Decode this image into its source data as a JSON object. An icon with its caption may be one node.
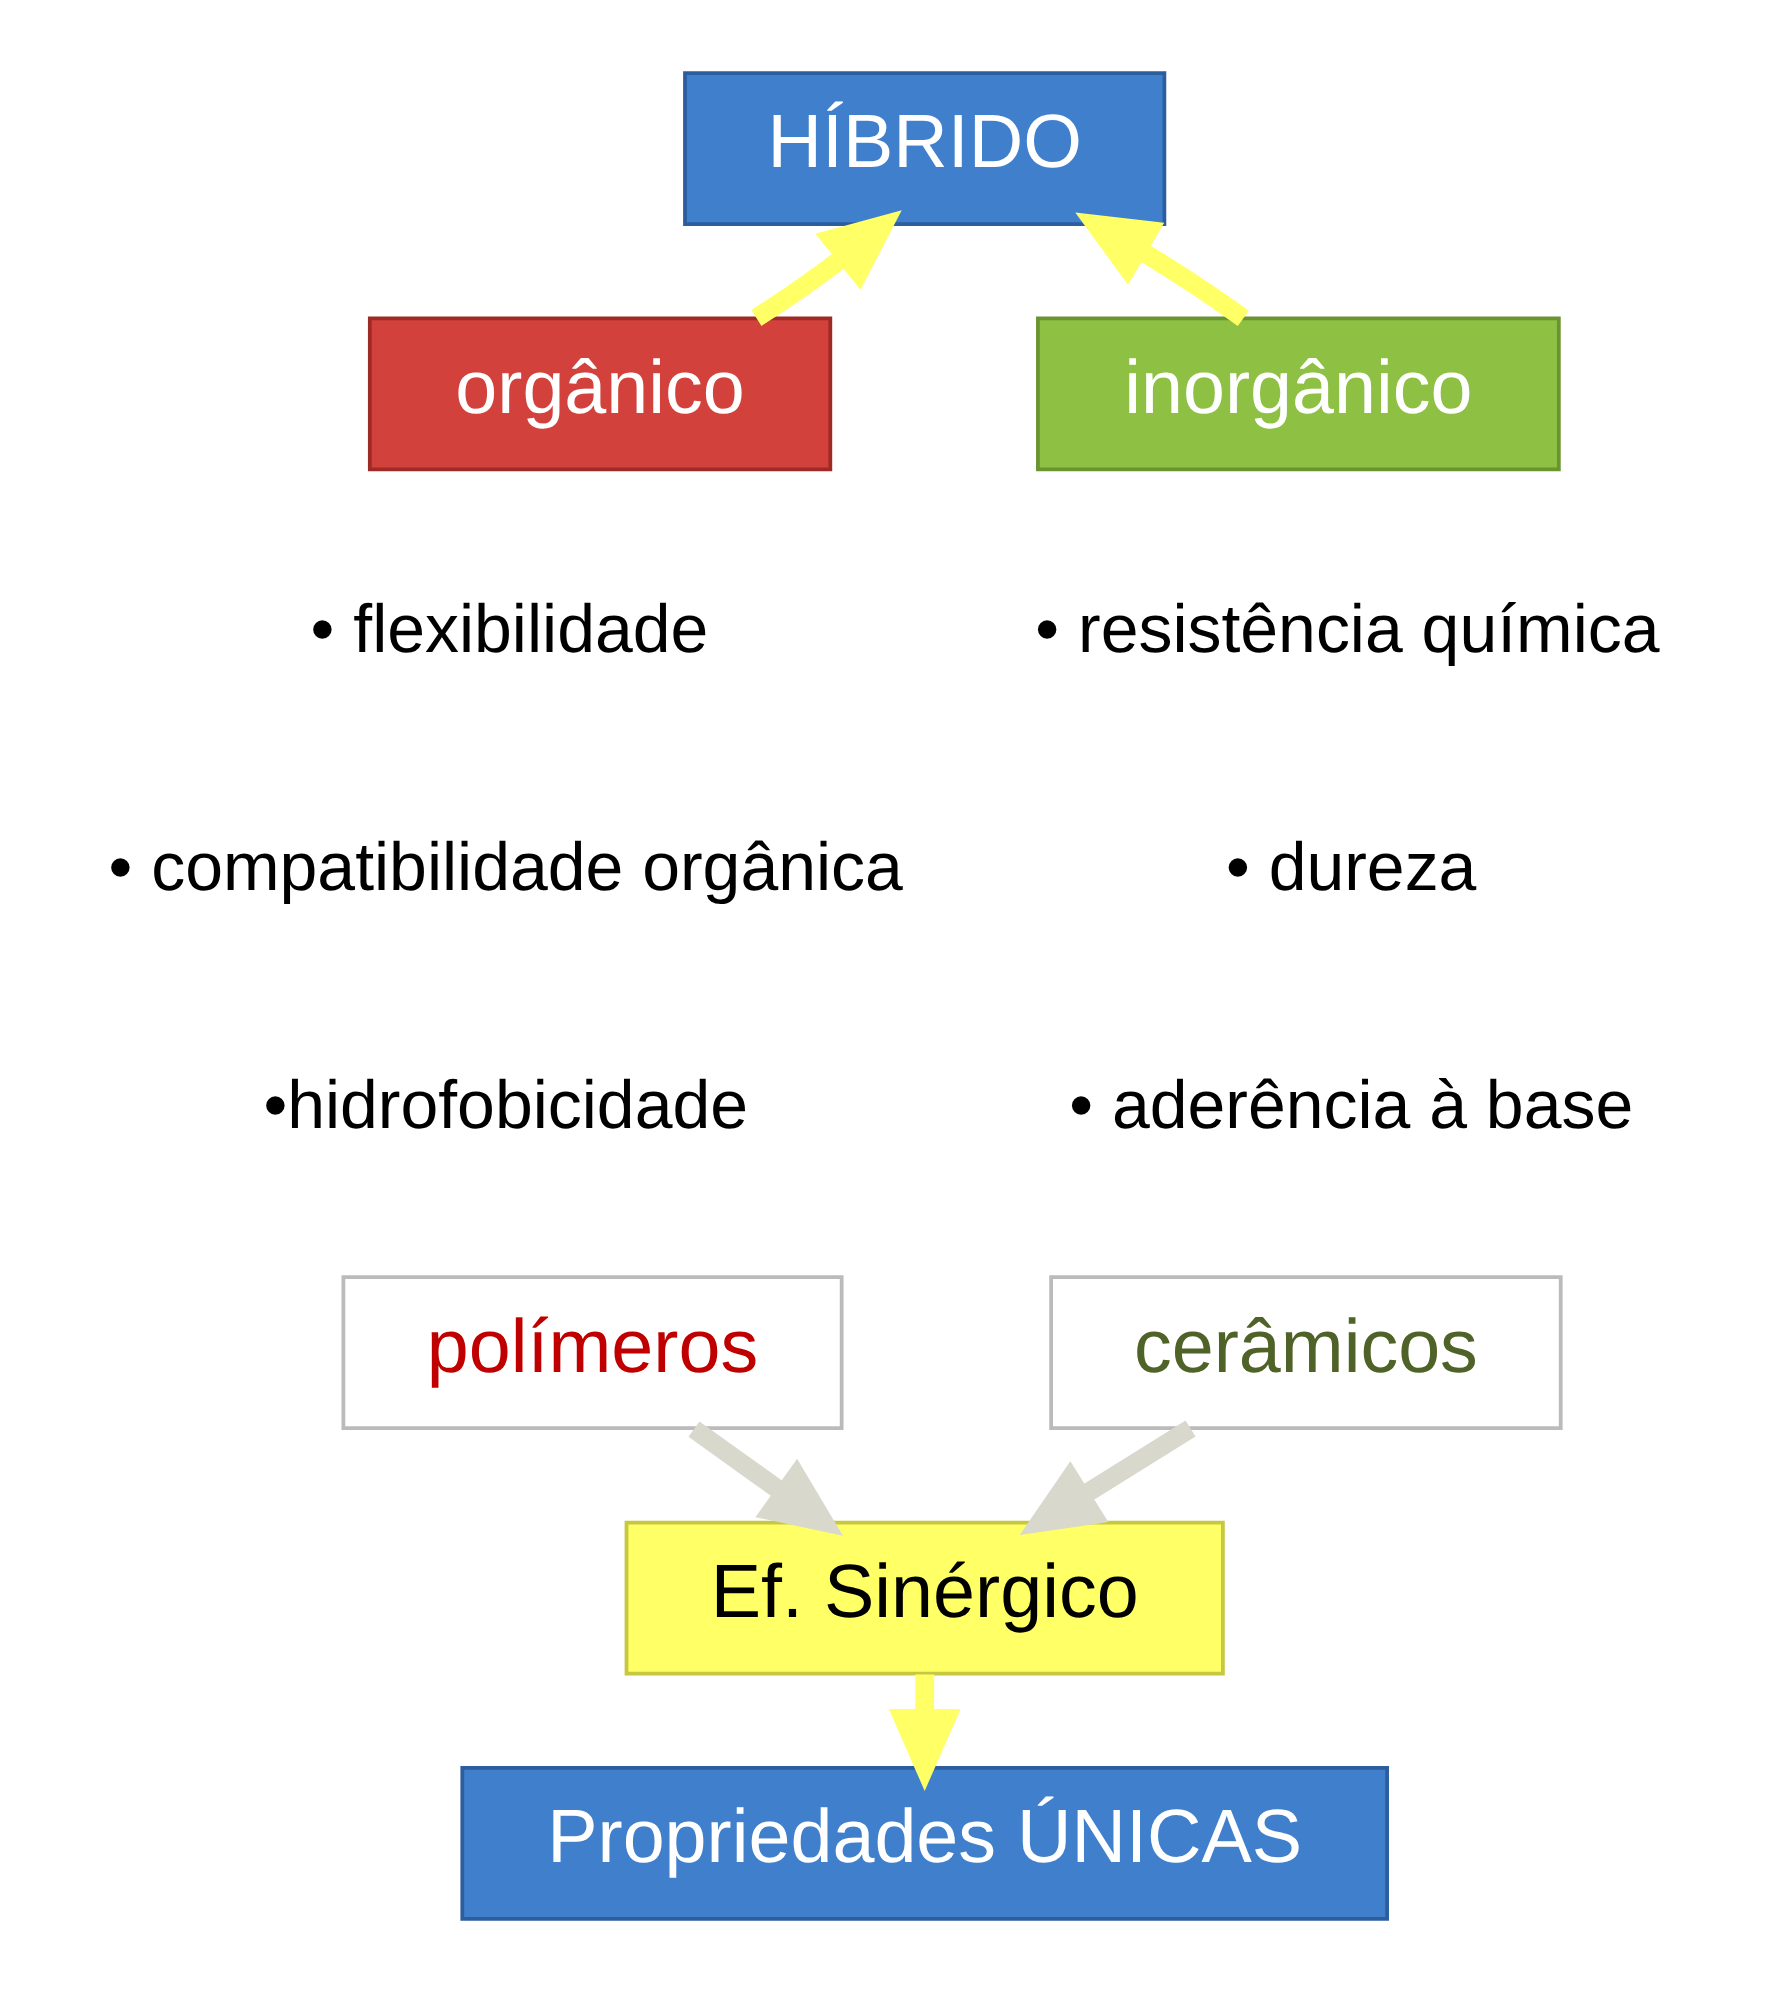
{
  "diagram": {
    "nodes": [
      {
        "text": [
          "HÍBRIDO"
        ]
      },
      {
        "text": [
          "orgânico"
        ]
      },
      {
        "text": [
          "inorgânico"
        ]
      },
      {
        "text": [
          "polímeros"
        ]
      },
      {
        "text": [
          "cerâmicos"
        ]
      },
      {
        "text": [
          "Ef. Sinérgico"
        ]
      },
      {
        "text": [
          "Propriedades ÚNICAS"
        ]
      }
    ],
    "edges": [
      {
        "from": 1,
        "to": 0,
        "arrow": "to"
      },
      {
        "from": 2,
        "to": 0,
        "arrow": "to"
      },
      {
        "from": 3,
        "to": 5,
        "arrow": "to",
        "color": "#d8d8cc"
      },
      {
        "from": 4,
        "to": 5,
        "arrow": "to",
        "color": "#d8d8cc"
      },
      {
        "from": 5,
        "to": 6,
        "arrow": "to"
      }
    ],
    "labels": [
      "• flexibilidade",
      "• compatibilidade orgânica",
      "•hidrofobicidade",
      "• resistência química",
      "• dureza",
      "• aderência à base"
    ]
  }
}
